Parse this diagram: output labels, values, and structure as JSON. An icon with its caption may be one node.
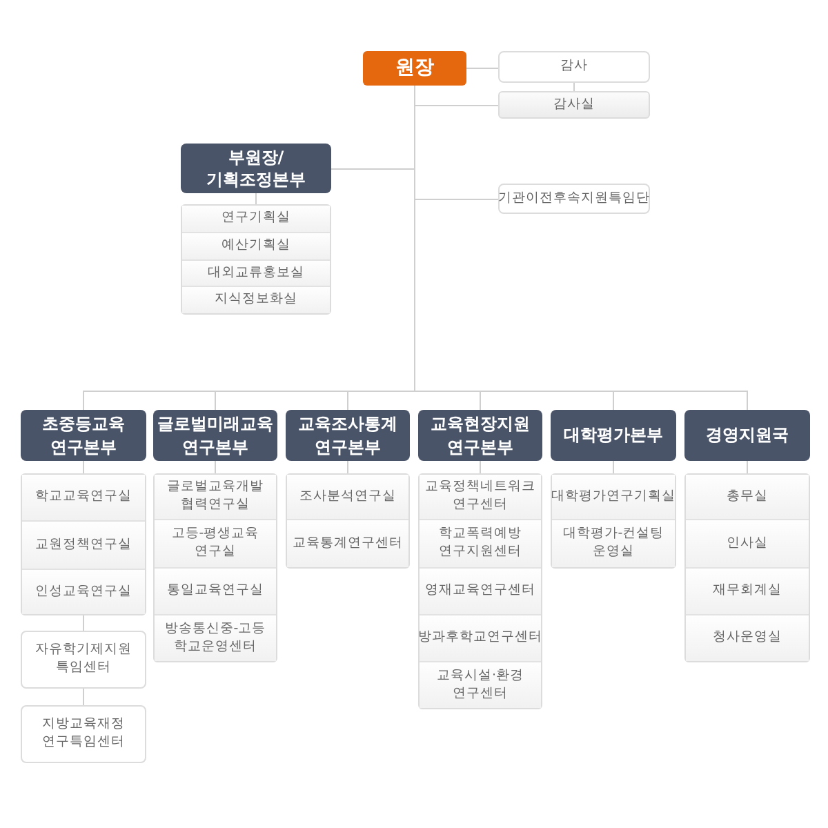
{
  "diagram": {
    "nodes": [
      {
        "text": [
          "원장"
        ]
      },
      {
        "text": [
          "감사"
        ]
      },
      {
        "text": [
          "감사실"
        ]
      },
      {
        "text": [
          "부원장/ 기획조정본부"
        ]
      },
      {
        "text": [],
        "shape": "box"
      },
      {
        "text": [
          "연구기획실"
        ],
        "in": 4
      },
      {
        "text": [
          "예산기획실"
        ],
        "in": 4
      },
      {
        "text": [
          "대외교류홍보실"
        ],
        "in": 4
      },
      {
        "text": [
          "지식정보화실"
        ],
        "in": 4
      },
      {
        "text": [
          "기관이전후속지원특임단"
        ]
      },
      {
        "text": [
          "초중등교육 연구본부"
        ]
      },
      {
        "text": [],
        "shape": "box"
      },
      {
        "text": [
          "학교교육연구실"
        ],
        "in": 11
      },
      {
        "text": [
          "교원정책연구실"
        ],
        "in": 11
      },
      {
        "text": [
          "인성교육연구실"
        ],
        "in": 11
      },
      {
        "text": [
          "자유학기제지원 특임센터"
        ]
      },
      {
        "text": [
          "지방교육재정 연구특임센터"
        ]
      },
      {
        "text": [
          "글로벌미래교육 연구본부"
        ]
      },
      {
        "text": [],
        "shape": "box"
      },
      {
        "text": [
          "글로벌교육개발 협력연구실"
        ],
        "in": 18
      },
      {
        "text": [
          "고등-평생교육 연구실"
        ],
        "in": 18
      },
      {
        "text": [
          "통일교육연구실"
        ],
        "in": 18
      },
      {
        "text": [
          "방송통신중-고등 학교운영센터"
        ],
        "in": 18
      },
      {
        "text": [
          "교육조사통계 연구본부"
        ]
      },
      {
        "text": [],
        "shape": "box"
      },
      {
        "text": [
          "조사분석연구실"
        ],
        "in": 24
      },
      {
        "text": [
          "교육통계연구센터"
        ],
        "in": 24
      },
      {
        "text": [
          "교육현장지원 연구본부"
        ]
      },
      {
        "text": [],
        "shape": "box"
      },
      {
        "text": [
          "교육정책네트워크 연구센터"
        ],
        "in": 28
      },
      {
        "text": [
          "학교폭력예방 연구지원센터"
        ],
        "in": 28
      },
      {
        "text": [
          "영재교육연구센터"
        ],
        "in": 28
      },
      {
        "text": [
          "방과후학교연구센터"
        ],
        "in": 28
      },
      {
        "text": [
          "교육시설·환경 연구센터"
        ],
        "in": 28
      },
      {
        "text": [
          "대학평가본부"
        ]
      },
      {
        "text": [],
        "shape": "box"
      },
      {
        "text": [
          "대학평가연구기획실"
        ],
        "in": 35
      },
      {
        "text": [
          "대학평가-컨설팅 운영실"
        ],
        "in": 35
      },
      {
        "text": [
          "경영지원국"
        ]
      },
      {
        "text": [],
        "shape": "box"
      },
      {
        "text": [
          "총무실"
        ],
        "in": 39
      },
      {
        "text": [
          "인사실"
        ],
        "in": 39
      },
      {
        "text": [
          "재무회계실"
        ],
        "in": 39
      },
      {
        "text": [
          "청사운영실"
        ],
        "in": 39
      }
    ],
    "edges": [
      {
        "from": 0,
        "to": 1,
        "arrow": "none"
      },
      {
        "from": 1,
        "to": 2,
        "arrow": "none"
      },
      {
        "from": 0,
        "to": 2,
        "arrow": "none"
      },
      {
        "from": 0,
        "to": 3,
        "arrow": "none"
      },
      {
        "from": 0,
        "to": 9,
        "arrow": "none"
      },
      {
        "from": 0,
        "to": 10,
        "arrow": "none"
      },
      {
        "from": 0,
        "to": 17,
        "arrow": "none"
      },
      {
        "from": 0,
        "to": 23,
        "arrow": "none"
      },
      {
        "from": 0,
        "to": 27,
        "arrow": "none"
      },
      {
        "from": 0,
        "to": 34,
        "arrow": "none"
      },
      {
        "from": 0,
        "to": 38,
        "arrow": "none"
      },
      {
        "from": 3,
        "to": 4,
        "arrow": "none"
      },
      {
        "from": 10,
        "to": 11,
        "arrow": "none"
      },
      {
        "from": 11,
        "to": 15,
        "arrow": "none"
      },
      {
        "from": 15,
        "to": 16,
        "arrow": "none"
      },
      {
        "from": 17,
        "to": 18,
        "arrow": "none"
      },
      {
        "from": 23,
        "to": 24,
        "arrow": "none"
      },
      {
        "from": 27,
        "to": 28,
        "arrow": "none"
      },
      {
        "from": 34,
        "to": 35,
        "arrow": "none"
      },
      {
        "from": 38,
        "to": 39,
        "arrow": "none"
      }
    ]
  }
}
